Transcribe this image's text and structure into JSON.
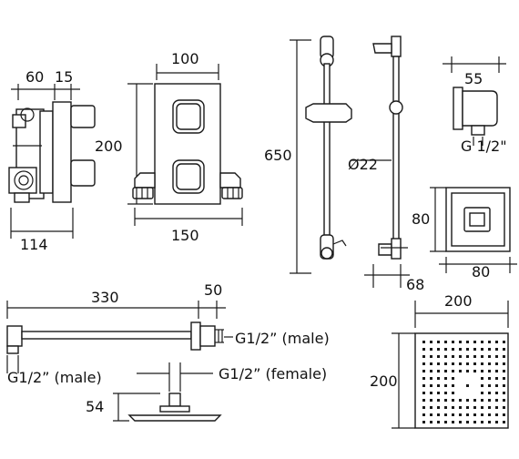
{
  "valve": {
    "depth_a": "60",
    "depth_b": "15",
    "height": "200",
    "width": "114"
  },
  "faceplate": {
    "width": "100",
    "overall_width": "150"
  },
  "riser": {
    "length": "650",
    "diameter": "Ø22",
    "depth": "68"
  },
  "wall_outlet": {
    "width": "55",
    "thread": "G 1/2\""
  },
  "square_plate": {
    "height": "80",
    "width": "80"
  },
  "shower_arm": {
    "length": "330",
    "flange": "50",
    "thread_right": "G1/2” (male)",
    "thread_left": "G1/2” (male)",
    "thread_female": "G1/2” (female)",
    "head_height": "54"
  },
  "shower_head": {
    "width": "200",
    "height": "200"
  },
  "colors": {
    "line": "#1a1a1a",
    "background": "#ffffff"
  }
}
